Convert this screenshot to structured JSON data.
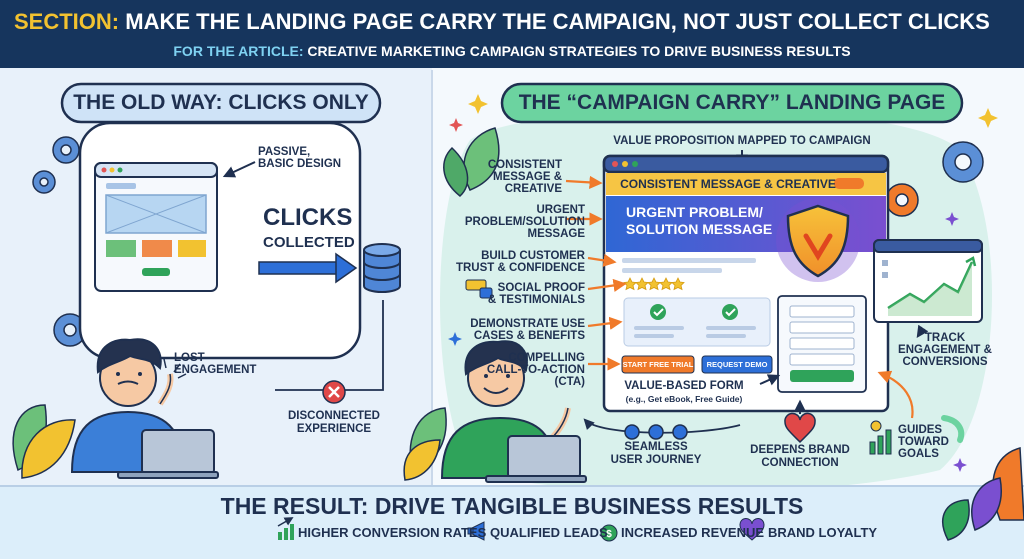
{
  "header": {
    "section_prefix": "SECTION:",
    "section_title": "MAKE THE LANDING PAGE CARRY THE CAMPAIGN, NOT JUST COLLECT CLICKS",
    "article_prefix": "FOR THE ARTICLE:",
    "article_title": "CREATIVE MARKETING CAMPAIGN STRATEGIES TO DRIVE BUSINESS RESULTS"
  },
  "old_way": {
    "title": "THE OLD WAY: CLICKS ONLY",
    "passive_label": "PASSIVE,\nBASIC DESIGN",
    "clicks_big": "CLICKS",
    "clicks_sub": "COLLECTED",
    "lost_engagement": "LOST\nENGAGEMENT",
    "disconnected": "DISCONNECTED\nEXPERIENCE"
  },
  "new_way": {
    "title": "THE “CAMPAIGN CARRY” LANDING PAGE",
    "value_prop": "VALUE PROPOSITION MAPPED TO CAMPAIGN",
    "left_labels": [
      "CONSISTENT\nMESSAGE &\nCREATIVE",
      "URGENT\nPROBLEM/SOLUTION\nMESSAGE",
      "BUILD CUSTOMER\nTRUST & CONFIDENCE",
      "SOCIAL PROOF\n& TESTIMONIALS",
      "DEMONSTRATE USE\nCASES & BENEFITS",
      "COMPELLING\nCALL-TO-ACTION\n(CTA)"
    ],
    "banner_text": "CONSISTENT MESSAGE & CREATIVE",
    "hero_text": "URGENT PROBLEM/\nSOLUTION MESSAGE",
    "cta_primary": "START FREE TRIAL",
    "cta_secondary": "REQUEST DEMO",
    "form_label": "VALUE-BASED FORM",
    "form_sublabel": "(e.g., Get eBook, Free Guide)",
    "seamless": "SEAMLESS\nUSER JOURNEY",
    "deepens": "DEEPENS BRAND\nCONNECTION",
    "guides": "GUIDES\nTOWARD\nGOALS",
    "track": "TRACK\nENGAGEMENT &\nCONVERSIONS"
  },
  "result": {
    "title": "THE RESULT: DRIVE TANGIBLE BUSINESS RESULTS",
    "items": [
      "HIGHER CONVERSION RATES",
      "QUALIFIED LEADS",
      "INCREASED REVENUE",
      "BRAND LOYALTY"
    ]
  },
  "colors": {
    "navy": "#16355d",
    "accent_yellow": "#f2c230",
    "accent_cyan": "#7fd2f2",
    "blue": "#2d6fd8",
    "green": "#2fa35a",
    "orange": "#f07a2a",
    "purple": "#7a4fd0"
  }
}
